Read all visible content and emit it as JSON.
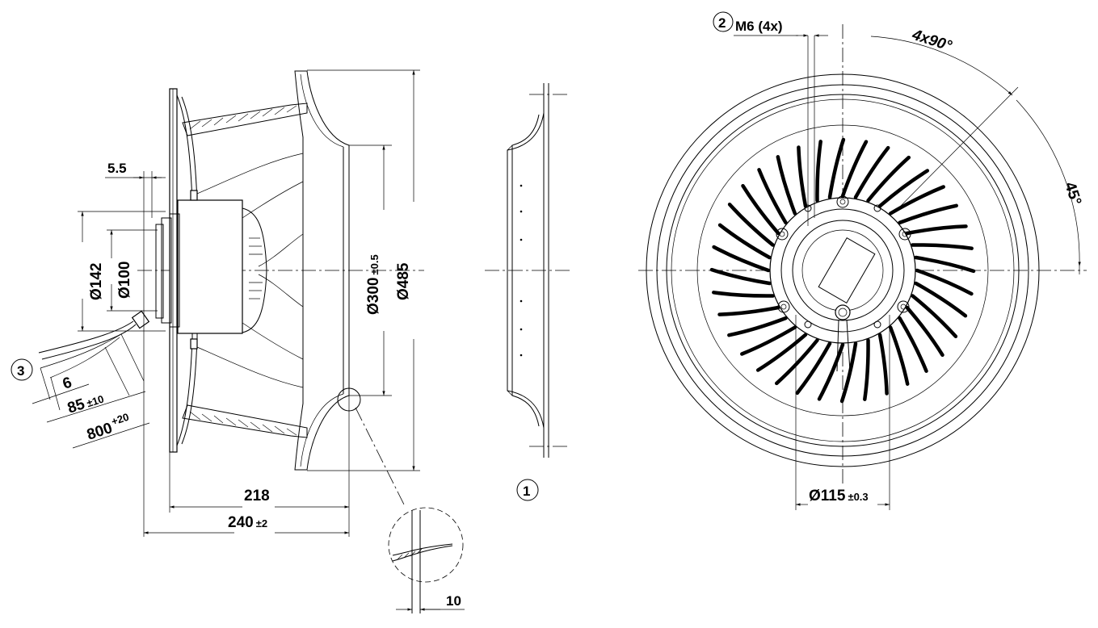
{
  "callouts": {
    "one": "1",
    "two": "2",
    "three": "3"
  },
  "side_view": {
    "dim_5_5": "5.5",
    "dim_142": "Ø142",
    "dim_100": "Ø100",
    "dim_300_main": "Ø300",
    "dim_300_tol": "±0.5",
    "dim_485": "Ø485",
    "dim_218": "218",
    "dim_240_main": "240",
    "dim_240_tol": "±2",
    "dim_6": "6",
    "dim_85_main": "85",
    "dim_85_tol": "±10",
    "dim_800_main": "800",
    "dim_800_tol": "+20",
    "dim_10": "10"
  },
  "front_view": {
    "thread": "M6 (4x)",
    "angle_4x90": "4x90°",
    "angle_45": "45°",
    "dim_115_main": "Ø115",
    "dim_115_tol": "±0.3"
  }
}
